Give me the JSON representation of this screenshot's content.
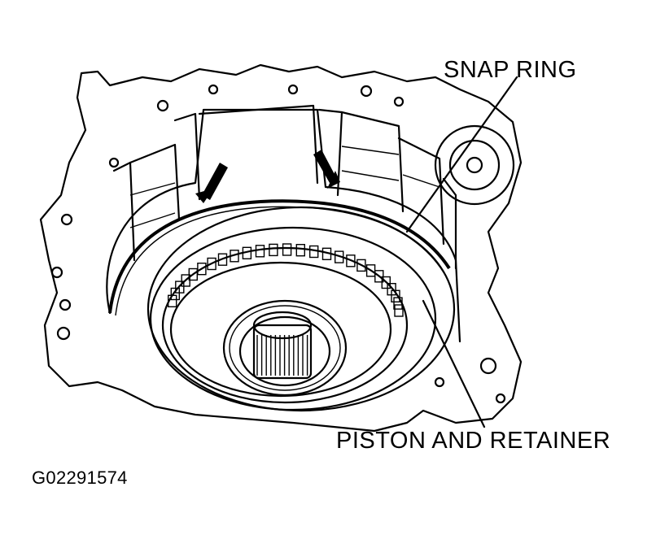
{
  "labels": {
    "snap_ring": "SNAP RING",
    "piston_and_retainer": "PISTON AND RETAINER",
    "figure_code": "G02291574"
  },
  "colors": {
    "ink": "#000000",
    "paper": "#ffffff"
  }
}
